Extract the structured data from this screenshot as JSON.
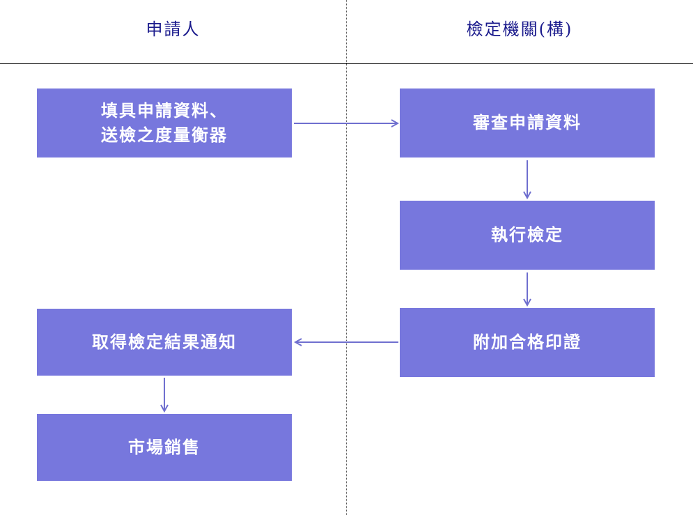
{
  "headers": {
    "applicant": "申請人",
    "agency": "檢定機關(構)"
  },
  "steps": {
    "fill_line1": "填具申請資料、",
    "fill_line2": "送檢之度量衡器",
    "review": "審查申請資料",
    "execute": "執行檢定",
    "seal": "附加合格印證",
    "notify": "取得檢定結果通知",
    "market": "市場銷售"
  },
  "colors": {
    "box_fill": "#7777dd",
    "arrow": "#6f6fcf",
    "header_text": "#1a1a8c"
  }
}
